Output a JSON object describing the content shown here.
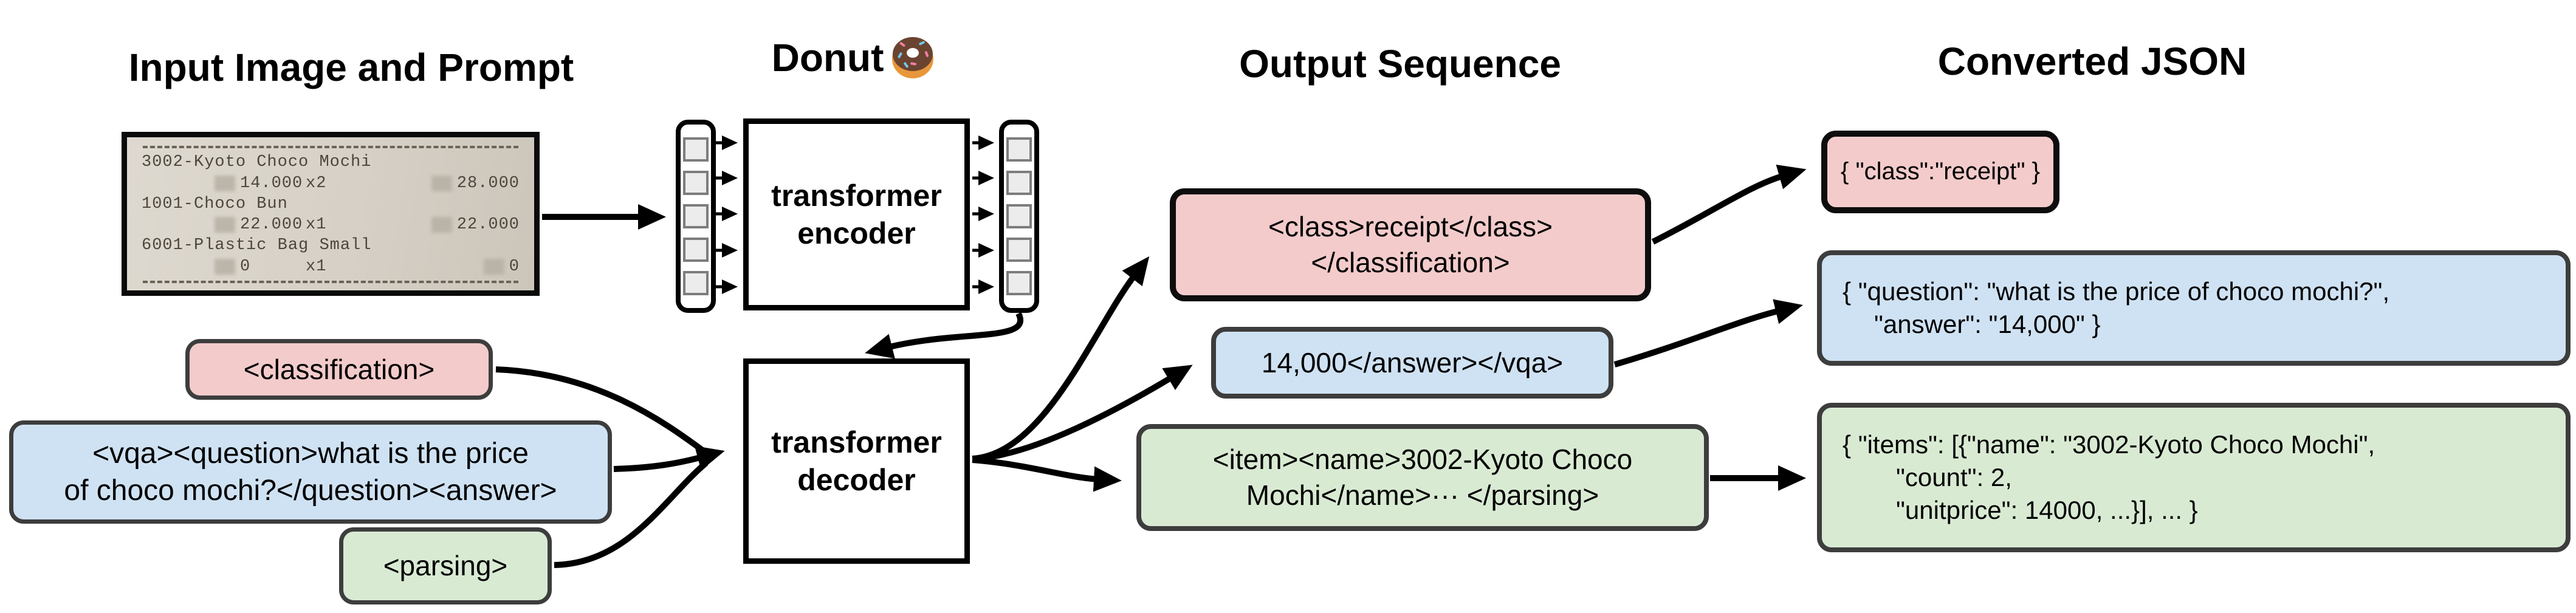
{
  "headings": {
    "input": "Input Image and Prompt",
    "model": "Donut",
    "output": "Output Sequence",
    "json": "Converted JSON"
  },
  "receipt": {
    "items": [
      {
        "name": "3002-Kyoto Choco Mochi",
        "price": "14.000",
        "qty": "x2",
        "total": "28.000"
      },
      {
        "name": "1001-Choco Bun",
        "price": "22.000",
        "qty": "x1",
        "total": "22.000"
      },
      {
        "name": "6001-Plastic Bag Small",
        "price": "0",
        "qty": "x1",
        "total": "0"
      }
    ]
  },
  "encoder": {
    "label": "transformer encoder"
  },
  "decoder": {
    "label": "transformer decoder"
  },
  "prompts": [
    {
      "id": "classification",
      "lines": [
        "<classification>"
      ]
    },
    {
      "id": "vqa",
      "lines": [
        "<vqa><question>what is the price",
        "of choco mochi?</question><answer>"
      ]
    },
    {
      "id": "parsing",
      "lines": [
        "<parsing>"
      ]
    }
  ],
  "outputs": [
    {
      "id": "classification",
      "lines": [
        "<class>receipt</class>",
        "</classification>"
      ]
    },
    {
      "id": "vqa",
      "lines": [
        "14,000</answer></vqa>"
      ]
    },
    {
      "id": "parsing",
      "lines": [
        "<item><name>3002-Kyoto Choco",
        "Mochi</name>··· </parsing>"
      ]
    }
  ],
  "json_boxes": [
    {
      "id": "classification",
      "lines": [
        "{ \"class\":\"receipt\" }"
      ]
    },
    {
      "id": "vqa",
      "lines": [
        "{ \"question\": \"what is the price of choco mochi?\",",
        "\"answer\": \"14,000\" }"
      ]
    },
    {
      "id": "parsing",
      "lines": [
        "{ \"items\": [{\"name\": \"3002-Kyoto Choco Mochi\",",
        "\"count\": 2,",
        "\"unitprice\": 14000, ...}], ... }"
      ]
    }
  ],
  "colors": {
    "pink": "#f3cbcb",
    "blue": "#cfe2f3",
    "green": "#d9ead3",
    "box_border": "#3d3d3d",
    "arrow": "#000000"
  }
}
